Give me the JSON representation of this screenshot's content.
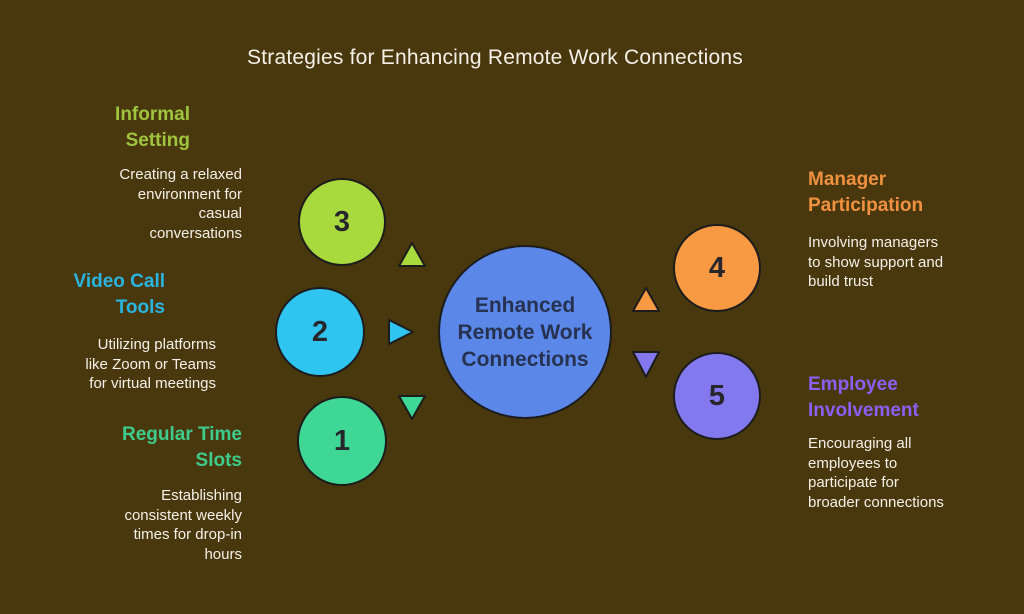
{
  "title": "Strategies for Enhancing Remote Work Connections",
  "center": {
    "label": "Enhanced\nRemote Work\nConnections"
  },
  "steps": {
    "informal": {
      "number": "3",
      "heading": "Informal\nSetting",
      "description": "Creating a relaxed\nenvironment for\ncasual\nconversations"
    },
    "video": {
      "number": "2",
      "heading": "Video Call\nTools",
      "description": "Utilizing platforms\nlike Zoom or Teams\nfor virtual meetings"
    },
    "regular": {
      "number": "1",
      "heading": "Regular Time\nSlots",
      "description": "Establishing\nconsistent weekly\ntimes for drop-in\nhours"
    },
    "manager": {
      "number": "4",
      "heading": "Manager\nParticipation",
      "description": "Involving managers\nto show support and\nbuild trust"
    },
    "employee": {
      "number": "5",
      "heading": "Employee\nInvolvement",
      "description": "Encouraging all\nemployees to\nparticipate for\nbroader connections"
    }
  },
  "colors": {
    "background": "#49380e",
    "title-text": "#f5f0e7",
    "body-text": "#f5f0e7",
    "node-border": "#1c1c1c",
    "number-text": "#26262b",
    "center-fill": "#5b87e8",
    "center-text": "#263250",
    "c-informal": "#a9da3d",
    "h-informal": "#9fc43e",
    "c-video": "#30c4f0",
    "h-video": "#29b5e0",
    "c-regular": "#3fd795",
    "h-regular": "#3ecb8b",
    "c-manager": "#f79a43",
    "h-manager": "#f09140",
    "c-employee": "#8379ee",
    "h-employee": "#8a5ff2"
  }
}
